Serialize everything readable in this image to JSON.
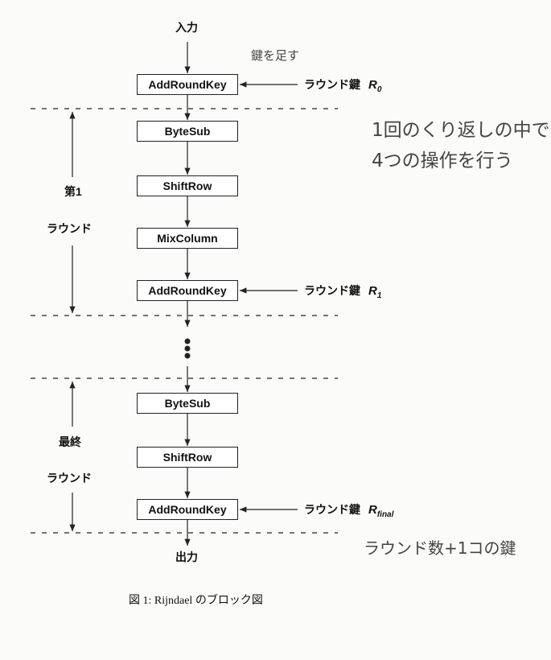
{
  "input_label": "入力",
  "output_label": "出力",
  "round1": {
    "label_line1": "第1",
    "label_line2": "ラウンド",
    "boxes": [
      "ByteSub",
      "ShiftRow",
      "MixColumn",
      "AddRoundKey"
    ]
  },
  "initial_box": "AddRoundKey",
  "final_round": {
    "label_line1": "最終",
    "label_line2": "ラウンド",
    "boxes": [
      "ByteSub",
      "ShiftRow",
      "AddRoundKey"
    ]
  },
  "keys": {
    "prefix": "ラウンド鍵",
    "r0": "R",
    "r0_sub": "0",
    "r1": "R",
    "r1_sub": "1",
    "rfinal": "R",
    "rfinal_sub": "final"
  },
  "handwritten": {
    "add_key": "鍵を足す",
    "note_line1": "1回のくり返しの中で",
    "note_line2": "4つの操作を行う",
    "note_keys": "ラウンド数+1コの鍵"
  },
  "caption": "図 1: Rijndael のブロック図"
}
